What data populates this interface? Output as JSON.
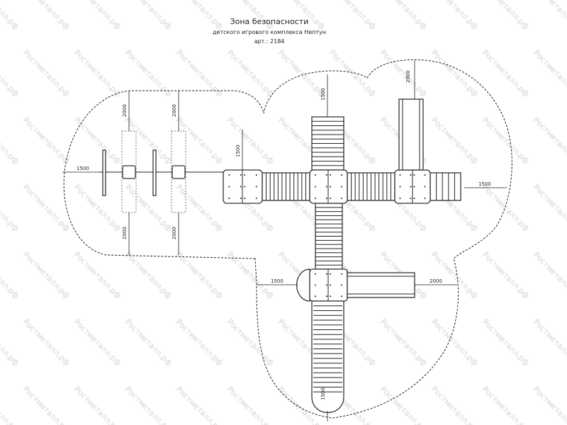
{
  "title": {
    "line1": "Зона безопасности",
    "line2": "детского игрового комплекса Нептун",
    "line3": "арт.: 2184"
  },
  "watermark": "Ростметалл.рф",
  "dimensions": {
    "left_swing": "1500",
    "swing1_top": "2000",
    "swing2_top": "2000",
    "swing1_bottom": "2000",
    "swing2_bottom": "2000",
    "platform_left_top": "1500",
    "climb_top": "1500",
    "slide_top": "2000",
    "right_ladder": "1500",
    "lower_left": "1500",
    "lower_slide": "2000",
    "tube_bottom": "1500"
  }
}
